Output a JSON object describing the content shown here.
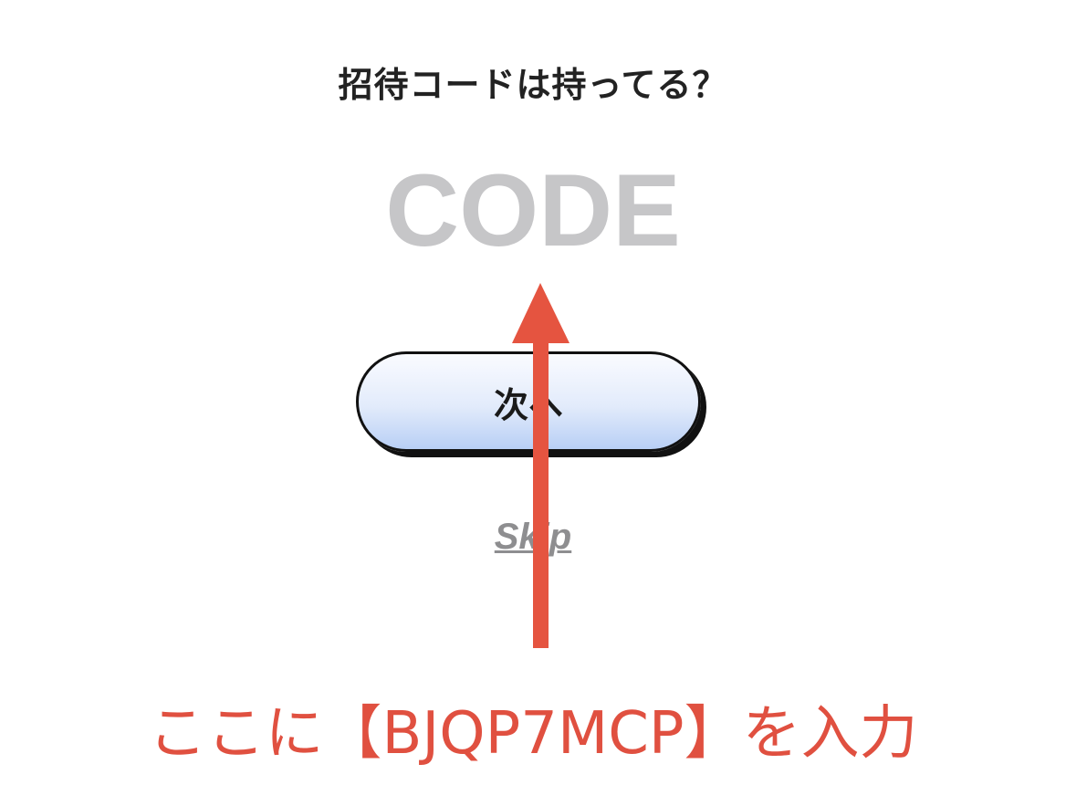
{
  "page": {
    "title": "招待コードは持ってる？"
  },
  "code_field": {
    "placeholder": "CODE"
  },
  "next_button": {
    "label": "次へ"
  },
  "skip_link": {
    "label": "Skip"
  },
  "annotation": {
    "text": "ここに【BJQP7MCP】を入力",
    "arrow_color": "#e55440",
    "text_color": "#e05040"
  },
  "colors": {
    "button_gradient_top": "#fafbff",
    "button_gradient_bottom": "#b8cff5",
    "placeholder": "#c6c6c8",
    "skip": "#8e8e90"
  }
}
